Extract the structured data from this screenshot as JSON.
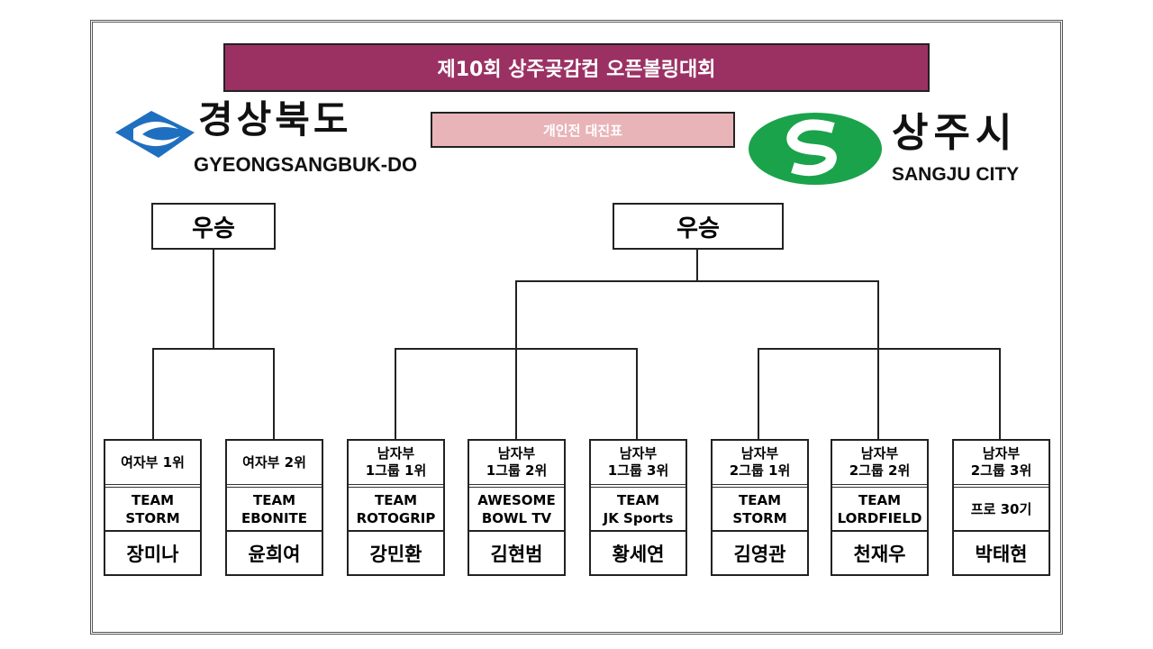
{
  "title": "제10회 상주곶감컵 오픈볼링대회",
  "subtitle": "개인전 대진표",
  "logos": {
    "left": {
      "korean": "경상북도",
      "english": "GYEONGSANGBUK-DO",
      "color": "#1f6fc0"
    },
    "right": {
      "korean": "상주시",
      "english": "SANGJU CITY",
      "color": "#1aa34a"
    }
  },
  "colors": {
    "title_bg": "#9b3163",
    "subtitle_bg": "#e8b4b8"
  },
  "winners": [
    {
      "label": "우승"
    },
    {
      "label": "우승"
    }
  ],
  "players": [
    {
      "rank": "여자부 1위",
      "team": "TEAM\nSTORM",
      "name": "장미나"
    },
    {
      "rank": "여자부 2위",
      "team": "TEAM\nEBONITE",
      "name": "윤희여"
    },
    {
      "rank": "남자부\n1그룹 1위",
      "team": "TEAM\nROTOGRIP",
      "name": "강민환"
    },
    {
      "rank": "남자부\n1그룹 2위",
      "team": "AWESOME\nBOWL TV",
      "name": "김현범"
    },
    {
      "rank": "남자부\n1그룹 3위",
      "team": "TEAM\nJK Sports",
      "name": "황세연"
    },
    {
      "rank": "남자부\n2그룹 1위",
      "team": "TEAM\nSTORM",
      "name": "김영관"
    },
    {
      "rank": "남자부\n2그룹 2위",
      "team": "TEAM\nLORDFIELD",
      "name": "천재우"
    },
    {
      "rank": "남자부\n2그룹 3위",
      "team": "프로 30기",
      "name": "박태현"
    }
  ]
}
